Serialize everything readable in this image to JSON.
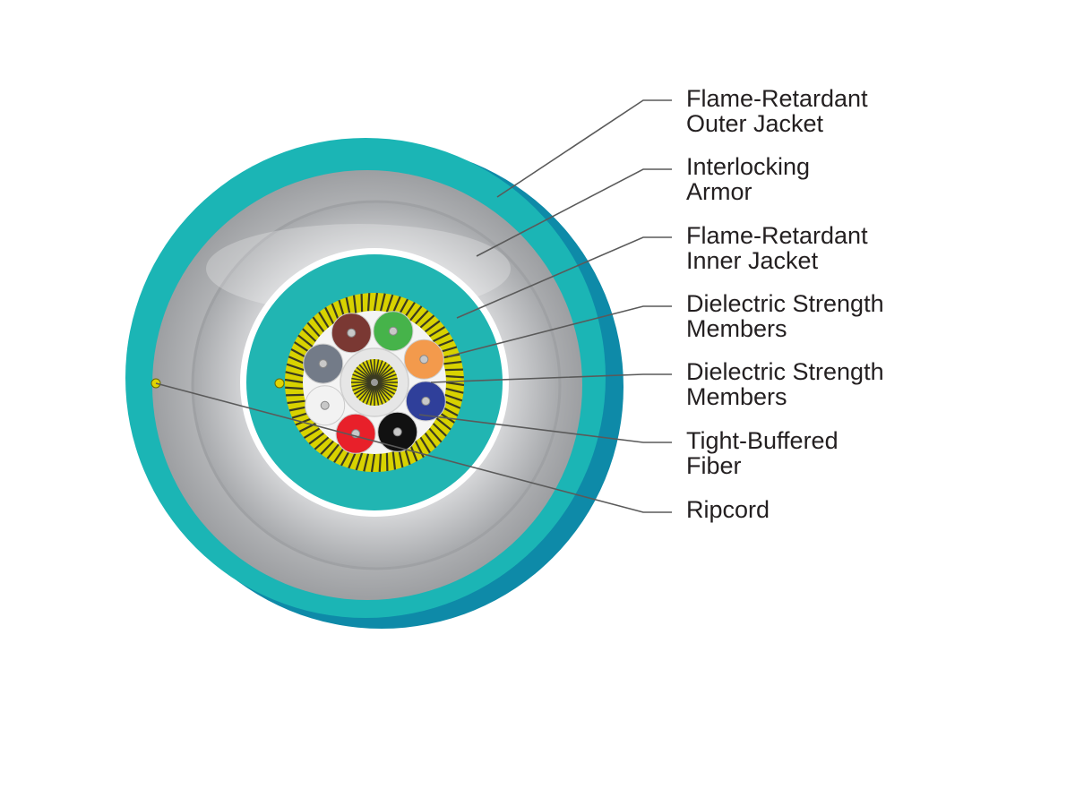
{
  "colors": {
    "outer_jacket": "#1bb5b5",
    "outer_jacket_edge": "#0e8aa8",
    "armor": "#b8b9bb",
    "inner_jacket": "#21b5b2",
    "strength_yellow": "#d8d200",
    "strength_dark": "#3a3a20",
    "leader_line": "#5a5a5a",
    "label_text": "#231f20"
  },
  "callouts": [
    {
      "line1": "Flame-Retardant",
      "line2": "Outer Jacket"
    },
    {
      "line1": "Interlocking",
      "line2": "Armor"
    },
    {
      "line1": "Flame-Retardant",
      "line2": "Inner Jacket"
    },
    {
      "line1": "Dielectric Strength",
      "line2": "Members"
    },
    {
      "line1": "Dielectric Strength",
      "line2": "Members"
    },
    {
      "line1": "Tight-Buffered",
      "line2": "Fiber"
    },
    {
      "line1": "Ripcord",
      "line2": ""
    }
  ],
  "fibers": [
    {
      "color": "#46b34a",
      "name": "green-fiber"
    },
    {
      "color": "#f39a4c",
      "name": "orange-fiber"
    },
    {
      "color": "#2f3f9a",
      "name": "blue-fiber"
    },
    {
      "color": "#111111",
      "name": "black-fiber"
    },
    {
      "color": "#e8202a",
      "name": "red-fiber"
    },
    {
      "color": "#f2f2f2",
      "name": "white-fiber"
    },
    {
      "color": "#737b88",
      "name": "slate-fiber"
    },
    {
      "color": "#7a3833",
      "name": "brown-fiber"
    }
  ]
}
